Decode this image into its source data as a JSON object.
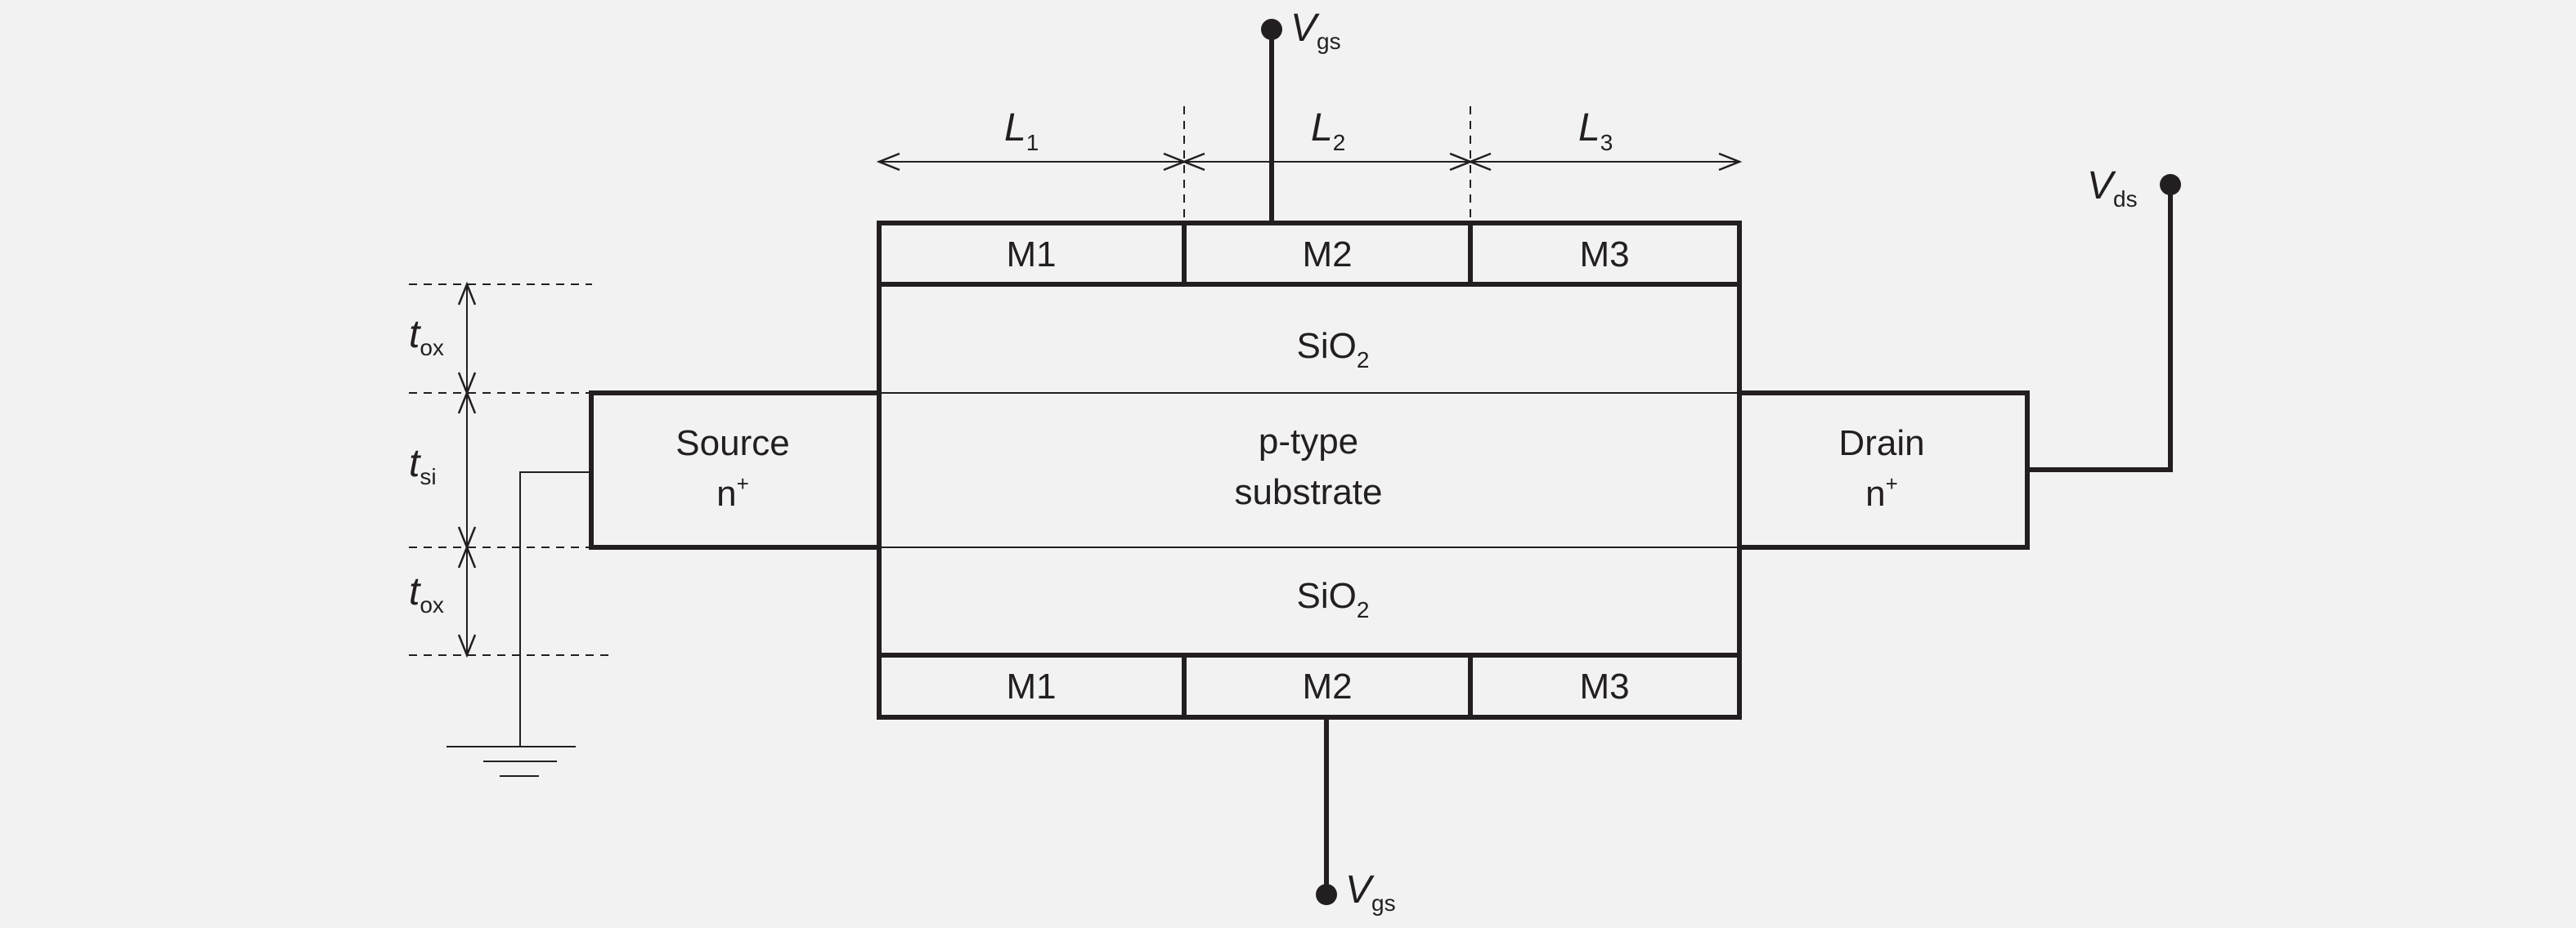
{
  "gate_top": {
    "symbol": "V",
    "subscript": "gs"
  },
  "gate_bottom": {
    "symbol": "V",
    "subscript": "gs"
  },
  "drain_voltage": {
    "symbol": "V",
    "subscript": "ds"
  },
  "lengths": [
    {
      "symbol": "L",
      "subscript": "1"
    },
    {
      "symbol": "L",
      "subscript": "2"
    },
    {
      "symbol": "L",
      "subscript": "3"
    }
  ],
  "thickness": {
    "top_oxide": {
      "symbol": "t",
      "subscript": "ox"
    },
    "silicon": {
      "symbol": "t",
      "subscript": "si"
    },
    "bottom_oxide": {
      "symbol": "t",
      "subscript": "ox"
    }
  },
  "top_gate_metals": [
    "M1",
    "M2",
    "M3"
  ],
  "bottom_gate_metals": [
    "M1",
    "M2",
    "M3"
  ],
  "oxide_top": {
    "base": "SiO",
    "subscript": "2"
  },
  "oxide_bottom": {
    "base": "SiO",
    "subscript": "2"
  },
  "substrate": {
    "line1": "p-type",
    "line2": "substrate"
  },
  "source": {
    "name": "Source",
    "doping": "n",
    "doping_sup": "+"
  },
  "drain": {
    "name": "Drain",
    "doping": "n",
    "doping_sup": "+"
  }
}
